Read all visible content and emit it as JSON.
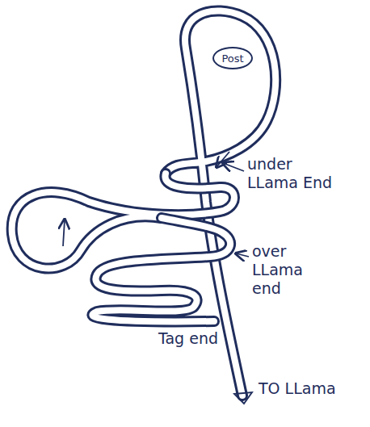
{
  "diagram": {
    "nodes": [
      {
        "text": [
          "Post"
        ]
      }
    ],
    "labels": [
      "under LLama End",
      "over LLama end",
      "Tag end",
      "TO LLama"
    ]
  }
}
